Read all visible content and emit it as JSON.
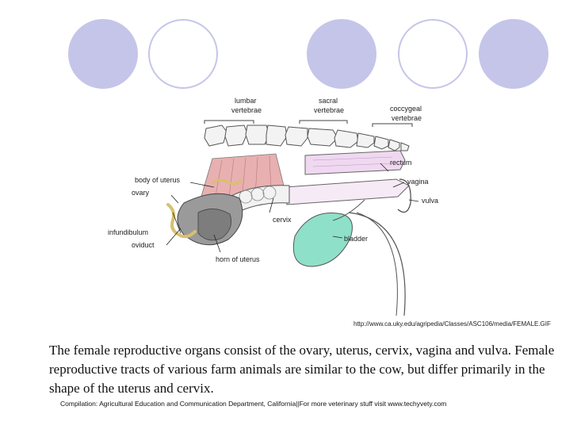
{
  "slide": {
    "decoration": {
      "circle_color": "#c5c5ea",
      "circles": [
        "filled",
        "outline",
        "filled",
        "outline",
        "filled"
      ]
    },
    "diagram": {
      "labels": {
        "lumbar": "lumbar",
        "lumbar2": "vertebrae",
        "sacral": "sacral",
        "sacral2": "vertebrae",
        "coccygeal": "coccygeal",
        "coccygeal2": "vertebrae",
        "rectum": "rectum",
        "vagina": "vagina",
        "vulva": "vulva",
        "body_of_uterus": "body of uterus",
        "ovary": "ovary",
        "infundibulum": "infundibulum",
        "oviduct": "oviduct",
        "cervix": "cervix",
        "bladder": "bladder",
        "horn_of_uterus": "horn of uterus"
      },
      "colors": {
        "vertebrae": "#f3f3f3",
        "rectum": "#efd8f0",
        "muscle": "#e8b0b0",
        "bladder": "#8fe0c8",
        "ovary_gray": "#9a9a9a",
        "oviduct": "#d8c070"
      }
    },
    "source_url": "http://www.ca.uky.edu/agripedia/Classes/ASC106/media/FEMALE.GIF",
    "paragraph": "The female reproductive organs consist of the ovary, uterus, cervix, vagina and vulva. Female reproductive tracts of various farm animals are similar to the cow, but differ primarily in the shape of the uterus and cervix.",
    "footer": "Compilation: Agricultural Education and Communication Department, California||For more veterinary stuff visit www.techyvety.com"
  }
}
